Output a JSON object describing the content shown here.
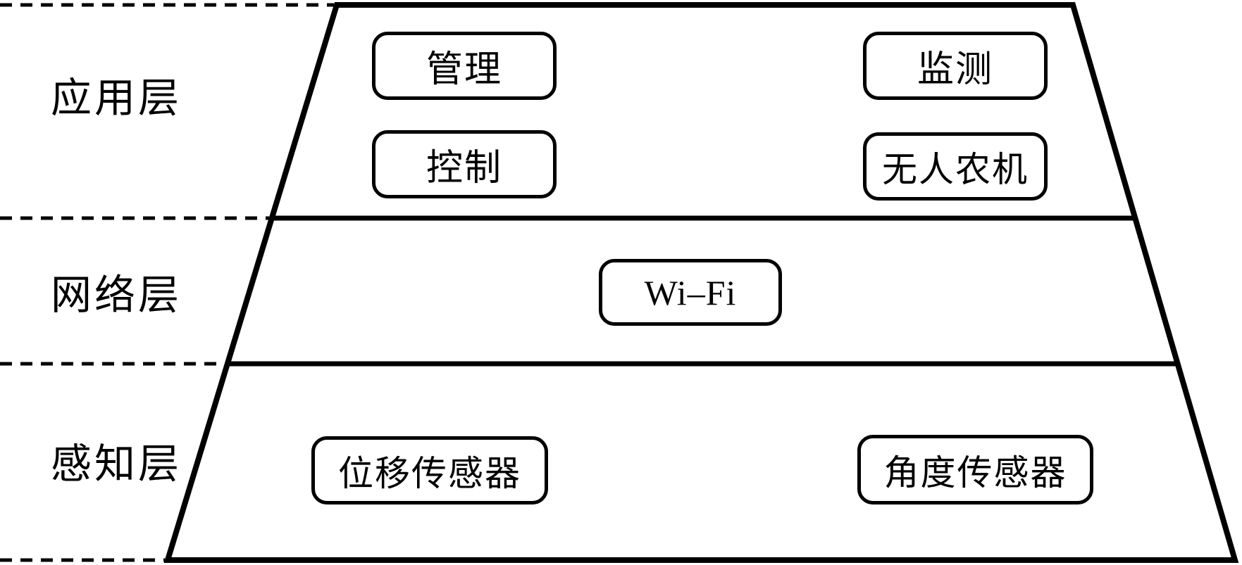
{
  "layers": [
    {
      "label": "应用层",
      "boxes": [
        {
          "label": "管理"
        },
        {
          "label": "监测"
        },
        {
          "label": "控制"
        },
        {
          "label": "无人农机"
        }
      ]
    },
    {
      "label": "网络层",
      "boxes": [
        {
          "label": "Wi–Fi"
        }
      ]
    },
    {
      "label": "感知层",
      "boxes": [
        {
          "label": "位移传感器"
        },
        {
          "label": "角度传感器"
        }
      ]
    }
  ],
  "colors": {
    "line": "#000000",
    "background": "#ffffff"
  }
}
